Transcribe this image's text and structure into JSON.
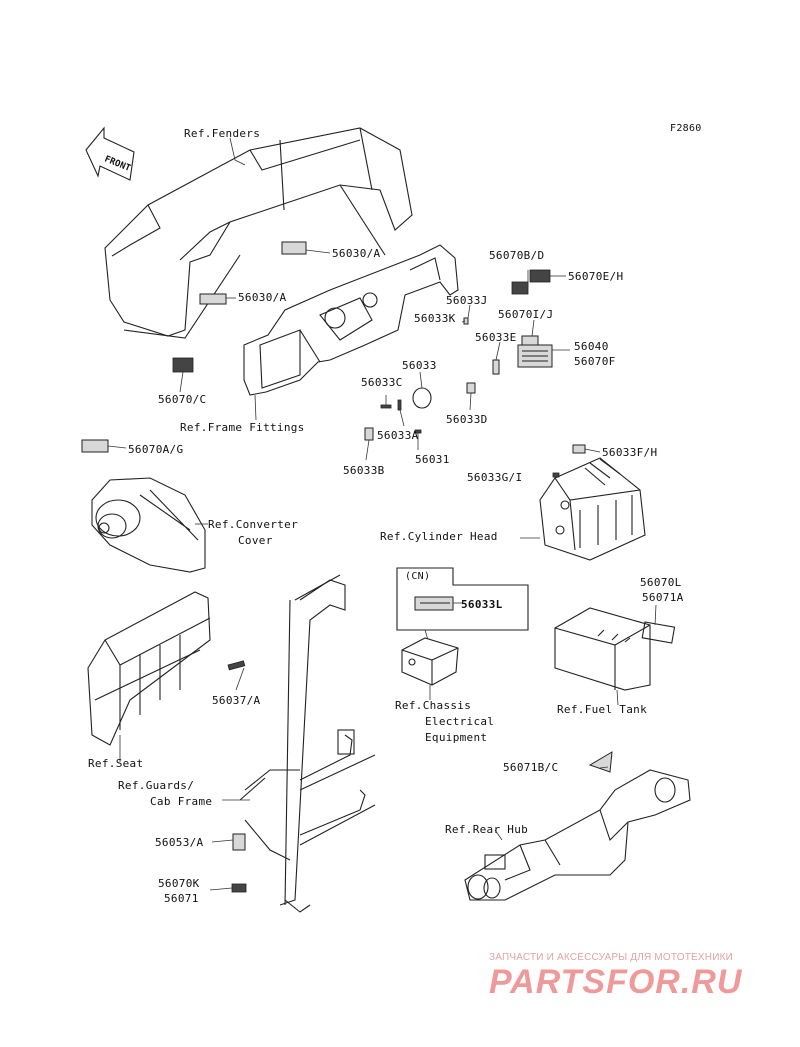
{
  "figure_code": "F2860",
  "front_arrow": "FRONT",
  "labels": {
    "ref_fenders": "Ref.Fenders",
    "p56030a_1": "56030/A",
    "p56030a_2": "56030/A",
    "p56070c": "56070/C",
    "ref_frame_fittings": "Ref.Frame Fittings",
    "p56070bd": "56070B/D",
    "p56070eh": "56070E/H",
    "p56033j": "56033J",
    "p56033k": "56033K",
    "p56070ij": "56070I/J",
    "p56033e": "56033E",
    "p56040": "56040",
    "p56070f": "56070F",
    "p56033": "56033",
    "p56033c": "56033C",
    "p56033d": "56033D",
    "p56033a": "56033A",
    "p56031": "56031",
    "p56033b": "56033B",
    "p56070ag": "56070A/G",
    "p56033fh": "56033F/H",
    "p56033gi": "56033G/I",
    "ref_converter_cover_1": "Ref.Converter",
    "ref_converter_cover_2": "Cover",
    "ref_cylinder_head": "Ref.Cylinder Head",
    "cn": "(CN)",
    "p56033l": "56033L",
    "p56070l": "56070L",
    "p56071a": "56071A",
    "p56037a": "56037/A",
    "ref_chassis_1": "Ref.Chassis",
    "ref_chassis_2": "Electrical",
    "ref_chassis_3": "Equipment",
    "ref_fuel_tank": "Ref.Fuel Tank",
    "ref_seat": "Ref.Seat",
    "ref_guards_1": "Ref.Guards/",
    "ref_guards_2": "Cab Frame",
    "p56071bc": "56071B/C",
    "ref_rear_hub": "Ref.Rear Hub",
    "p56053a": "56053/A",
    "p56070k": "56070K",
    "p56071": "56071"
  },
  "watermark": {
    "tagline": "ЗАПЧАСТИ И АКСЕССУАРЫ ДЛЯ МОТОТЕХНИКИ",
    "logo": "PARTSFOR.RU"
  }
}
